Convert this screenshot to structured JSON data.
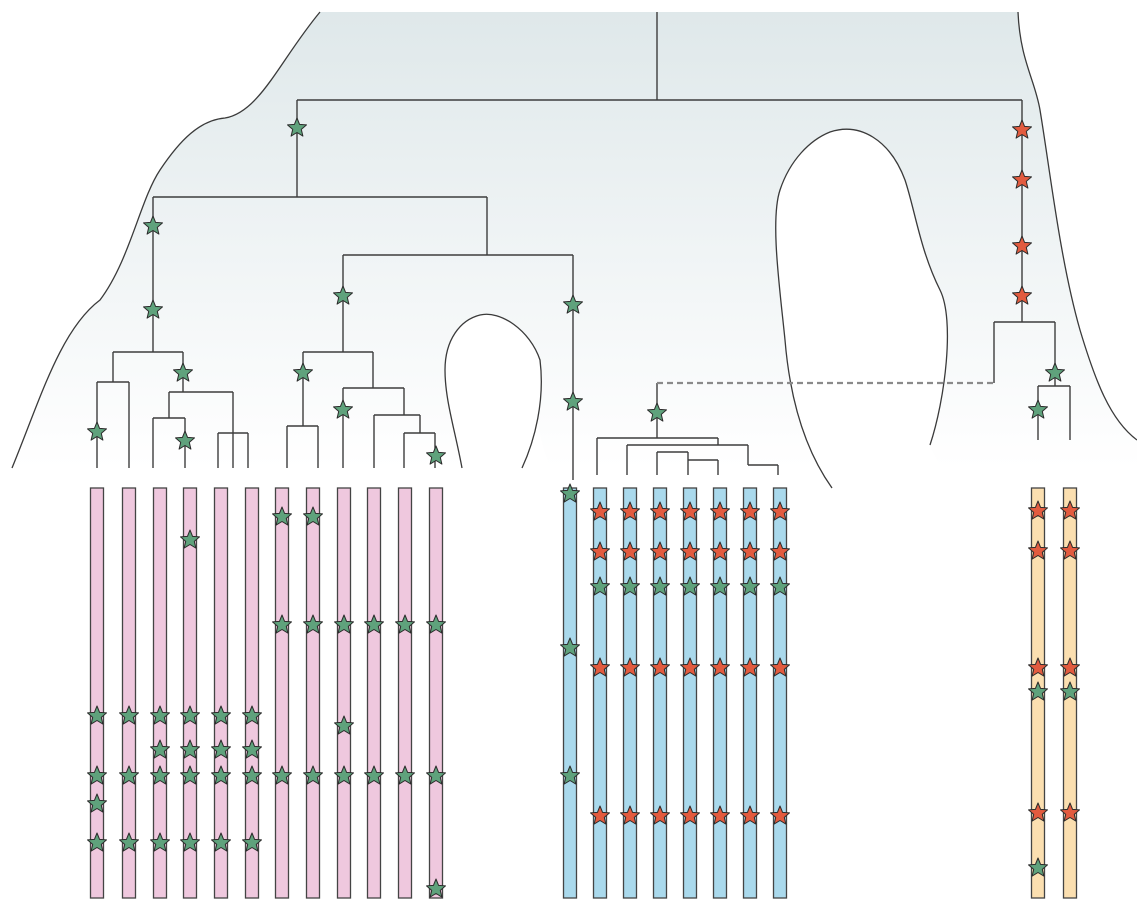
{
  "colors": {
    "background_top": "#dfe8ea",
    "background_bottom": "#ffffff",
    "green_star": "#5fa27c",
    "red_star": "#e25b3f",
    "pink_bar": "#efc8de",
    "blue_bar": "#aad9ec",
    "yellow_bar": "#fbdfb0",
    "line": "#3d3d3d",
    "dashed": "#8a8a8a"
  },
  "legend": [],
  "groups": [
    {
      "name": "pink-group",
      "bar_color": "pink_bar",
      "bar_count": 12
    },
    {
      "name": "blue-group",
      "bar_color": "blue_bar",
      "bar_count": 8
    },
    {
      "name": "yellow-group",
      "bar_color": "yellow_bar",
      "bar_count": 2
    }
  ],
  "icons": [
    "green-star-icon",
    "red-star-icon"
  ]
}
